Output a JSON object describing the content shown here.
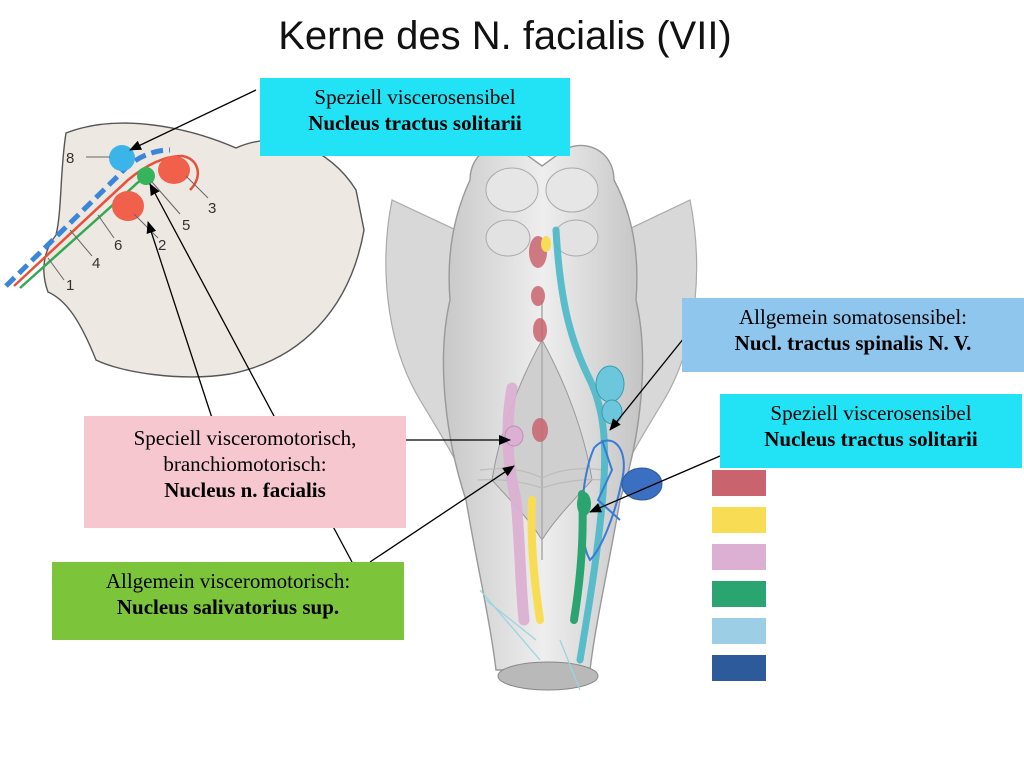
{
  "title": "Kerne des N. facialis (VII)",
  "labels": {
    "top_solitarii": {
      "line1": "Speziell viscerosensibel",
      "line2": "Nucleus tractus solitarii"
    },
    "somatosensibel": {
      "line1": "Allgemein somatosensibel:",
      "line2": "Nucl. tractus spinalis N. V."
    },
    "right_solitarii": {
      "line1": "Speziell viscerosensibel",
      "line2": "Nucleus tractus solitarii"
    },
    "visceromotorisch": {
      "line1": "Speciell visceromotorisch,",
      "line2": "branchiomotorisch:",
      "line3": "Nucleus n. facialis"
    },
    "salivatorius": {
      "line1": "Allgemein visceromotorisch:",
      "line2": "Nucleus salivatorius sup."
    }
  },
  "inset_numbers": [
    "8",
    "3",
    "5",
    "2",
    "6",
    "4",
    "1"
  ],
  "legend_swatch_colors": [
    "#c9646e",
    "#f7dc54",
    "#dbb0d2",
    "#2aa470",
    "#9ccee6",
    "#2d5a9a"
  ],
  "colors": {
    "label_cyan": "#22e3f6",
    "label_blue": "#8fc6ee",
    "label_pink": "#f6c7cf",
    "label_green": "#7cc43a",
    "nucleus_red": "#f0604a",
    "nucleus_blue": "#3bb4ea",
    "nucleus_green": "#35b45c",
    "tract_cyan": "#4ab8c8"
  }
}
